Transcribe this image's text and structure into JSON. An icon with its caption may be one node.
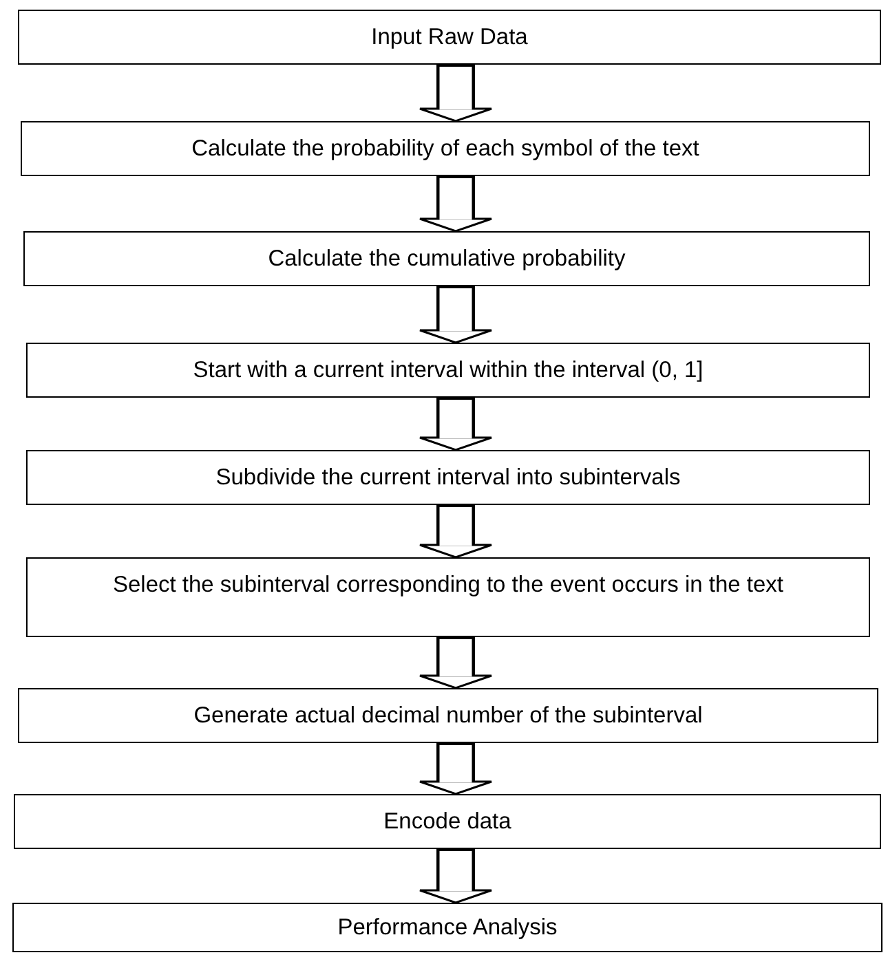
{
  "diagram": {
    "nodes": [
      {
        "text": [
          "Input Raw Data"
        ]
      },
      {
        "text": [
          "Calculate the probability of each symbol of the text"
        ]
      },
      {
        "text": [
          "Calculate the cumulative probability"
        ]
      },
      {
        "text": [
          "Start with a current interval within the interval (0, 1]"
        ]
      },
      {
        "text": [
          "Subdivide the current interval into subintervals"
        ]
      },
      {
        "text": [
          "Select the subinterval corresponding to the event occurs in the text"
        ]
      },
      {
        "text": [
          "Generate actual decimal number of the subinterval"
        ]
      },
      {
        "text": [
          "Encode data"
        ]
      },
      {
        "text": [
          "Performance Analysis"
        ]
      }
    ],
    "edges": [
      {
        "from": 0,
        "to": 1,
        "arrow": "to"
      },
      {
        "from": 1,
        "to": 2,
        "arrow": "to"
      },
      {
        "from": 2,
        "to": 3,
        "arrow": "to"
      },
      {
        "from": 3,
        "to": 4,
        "arrow": "to"
      },
      {
        "from": 4,
        "to": 5,
        "arrow": "to"
      },
      {
        "from": 5,
        "to": 6,
        "arrow": "to"
      },
      {
        "from": 6,
        "to": 7,
        "arrow": "to"
      },
      {
        "from": 7,
        "to": 8,
        "arrow": "to"
      }
    ]
  }
}
